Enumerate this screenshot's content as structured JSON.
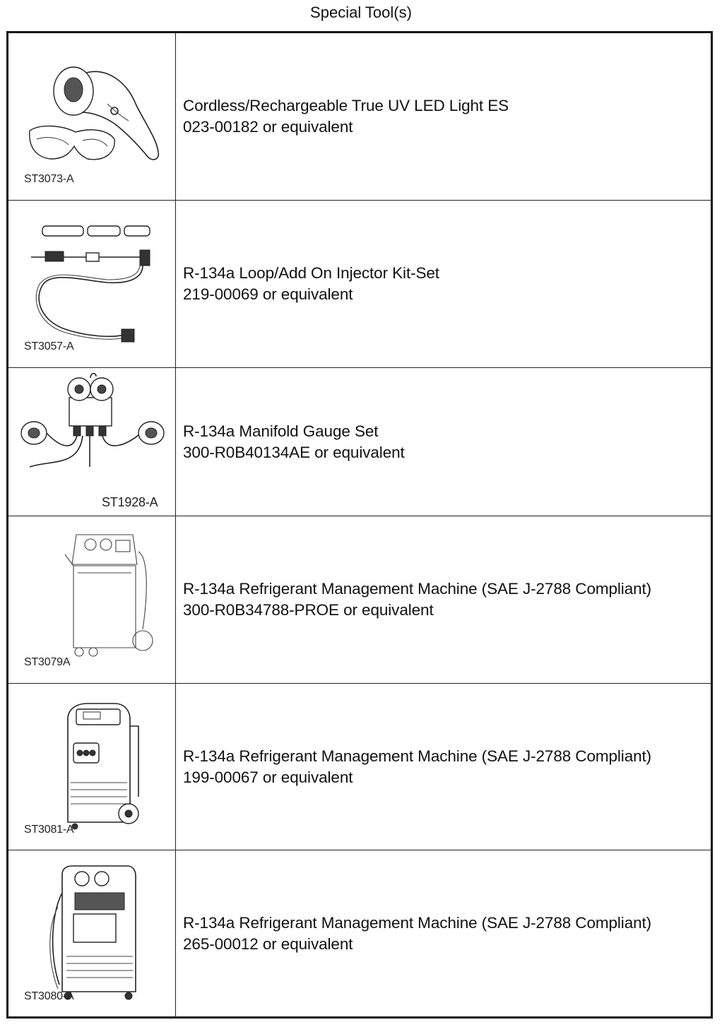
{
  "page_title": "Special Tool(s)",
  "tools": [
    {
      "code": "ST3073-A",
      "icon": "uv-light-and-glasses-icon",
      "name": "Cordless/Rechargeable True UV LED Light ES",
      "part": "023-00182 or equivalent"
    },
    {
      "code": "ST3057-A",
      "icon": "injector-kit-icon",
      "name": "R-134a Loop/Add On Injector Kit-Set",
      "part": "219-00069 or equivalent"
    },
    {
      "code": "ST1928-A",
      "icon": "manifold-gauge-icon",
      "name": "R-134a Manifold Gauge Set",
      "part": "300-R0B40134AE or equivalent"
    },
    {
      "code": "ST3079A",
      "icon": "refrigerant-machine-icon",
      "name": "R-134a Refrigerant Management Machine (SAE J-2788 Compliant)",
      "part": "300-R0B34788-PROE or equivalent"
    },
    {
      "code": "ST3081-A",
      "icon": "refrigerant-machine-icon",
      "name": "R-134a Refrigerant Management Machine (SAE J-2788 Compliant)",
      "part": "199-00067 or equivalent"
    },
    {
      "code": "ST3080-A",
      "icon": "refrigerant-machine-icon",
      "name": "R-134a Refrigerant Management Machine (SAE J-2788 Compliant)",
      "part": "265-00012 or equivalent"
    }
  ]
}
